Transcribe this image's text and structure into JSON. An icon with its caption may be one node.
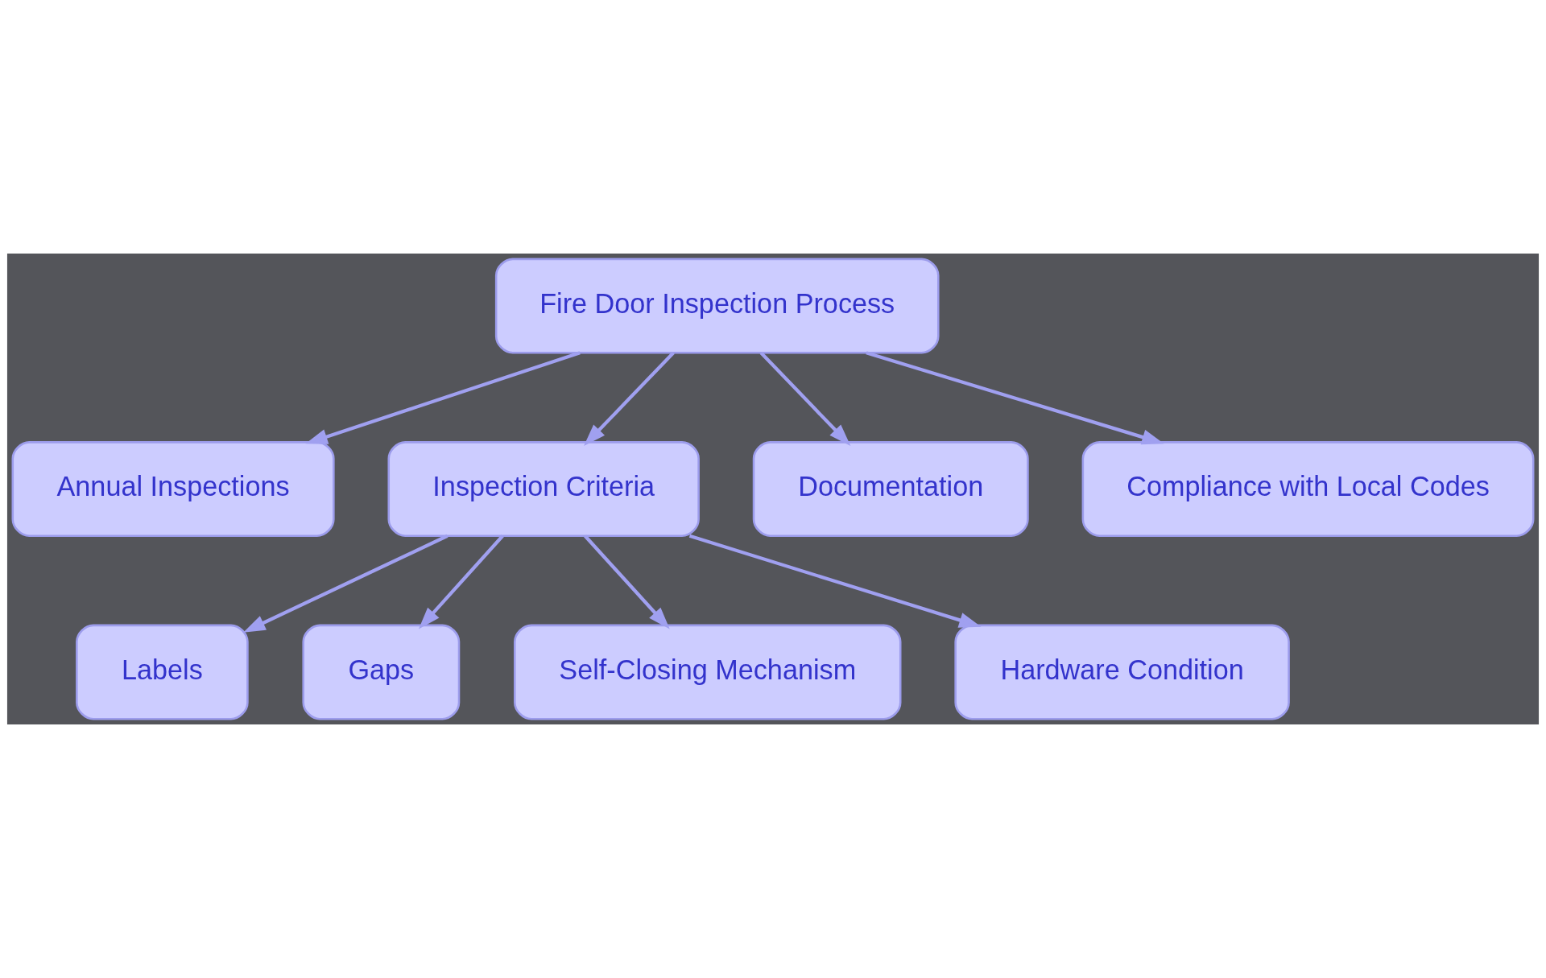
{
  "diagram": {
    "nodes": [
      {
        "text": [
          "Fire Door Inspection Process"
        ]
      },
      {
        "text": [
          "Annual Inspections"
        ]
      },
      {
        "text": [
          "Inspection Criteria"
        ]
      },
      {
        "text": [
          "Documentation"
        ]
      },
      {
        "text": [
          "Compliance with Local Codes"
        ]
      },
      {
        "text": [
          "Labels"
        ]
      },
      {
        "text": [
          "Gaps"
        ]
      },
      {
        "text": [
          "Self-Closing Mechanism"
        ]
      },
      {
        "text": [
          "Hardware Condition"
        ]
      }
    ],
    "edges": [
      {
        "from": 0,
        "to": 1,
        "arrow": "to"
      },
      {
        "from": 0,
        "to": 2,
        "arrow": "to"
      },
      {
        "from": 0,
        "to": 3,
        "arrow": "to"
      },
      {
        "from": 0,
        "to": 4,
        "arrow": "to"
      },
      {
        "from": 2,
        "to": 5,
        "arrow": "to"
      },
      {
        "from": 2,
        "to": 6,
        "arrow": "to"
      },
      {
        "from": 2,
        "to": 7,
        "arrow": "to"
      },
      {
        "from": 2,
        "to": 8,
        "arrow": "to"
      }
    ]
  }
}
